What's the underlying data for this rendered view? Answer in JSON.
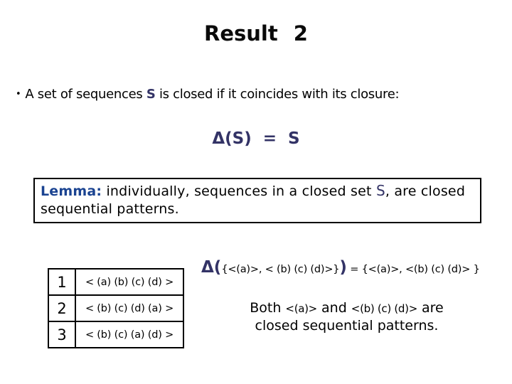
{
  "slide": {
    "title": "Result 2",
    "bullet": {
      "marker": "•",
      "pre": "A set of sequences ",
      "s": "S",
      "post": " is closed if it coincides with its closure:"
    },
    "formula": "Δ(S) = S",
    "lemma": {
      "label": "Lemma:",
      "pre": " individually, sequences in a closed set ",
      "s": "S",
      "post": ", are closed sequential patterns."
    },
    "table": {
      "rows": [
        {
          "num": "1",
          "seq": "< (a) (b) (c) (d) >"
        },
        {
          "num": "2",
          "seq": "< (b) (c) (d) (a) >"
        },
        {
          "num": "3",
          "seq": "< (b) (c) (a) (d) >"
        }
      ]
    },
    "delta_expr": {
      "prefix": "Δ(",
      "set": "{<(a)>, < (b) (c) (d)>}",
      "close": ")",
      "result": " = {<(a)>, <(b) (c) (d)> }"
    },
    "conclusion": {
      "both": "Both ",
      "seq1": "<(a)>",
      "and": " and ",
      "seq2": "<(b) (c) (d)>",
      "are": " are",
      "line2": "closed sequential patterns."
    }
  },
  "colors": {
    "navy": "#333366",
    "lemma_blue": "#1a4391",
    "text": "#000000",
    "background": "#ffffff"
  }
}
